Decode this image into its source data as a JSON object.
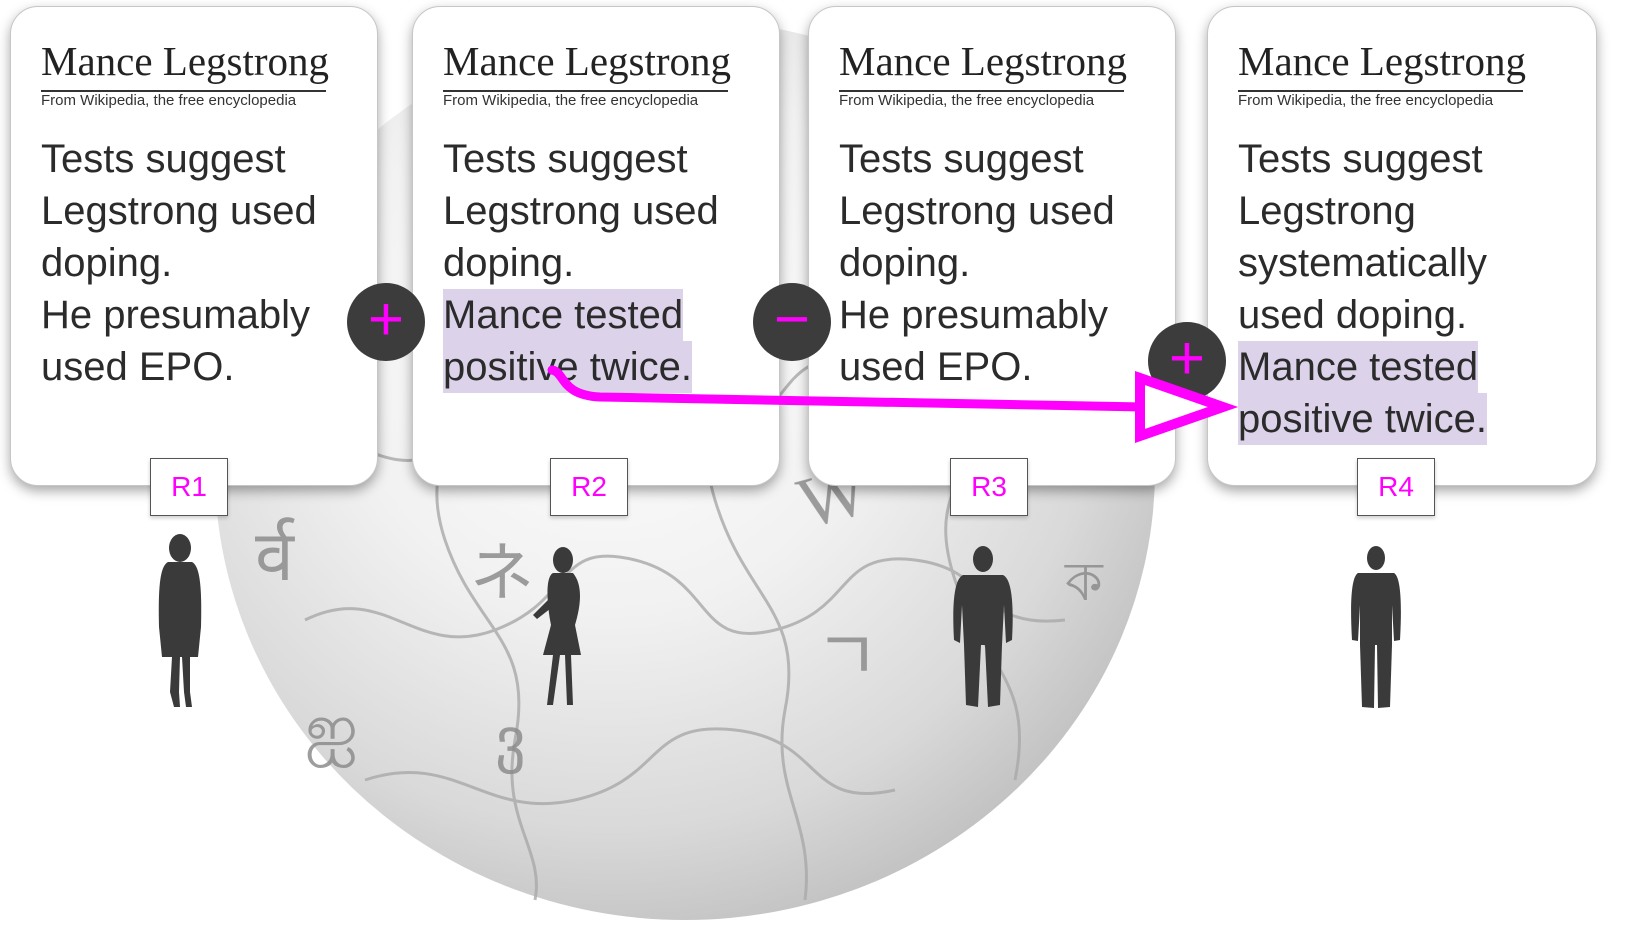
{
  "cards": [
    {
      "id": "R1",
      "title": "Mance Legstrong",
      "subtitle": "From Wikipedia, the free encyclopedia",
      "lines": [
        "Tests suggest",
        "Legstrong used",
        "doping.",
        "He presumably",
        "used EPO."
      ]
    },
    {
      "id": "R2",
      "title": "Mance Legstrong",
      "subtitle": "From Wikipedia, the free encyclopedia",
      "lines": [
        "Tests suggest",
        "Legstrong used",
        "doping."
      ],
      "highlighted": [
        "Mance tested",
        "positive twice."
      ]
    },
    {
      "id": "R3",
      "title": "Mance Legstrong",
      "subtitle": "From Wikipedia, the free encyclopedia",
      "lines": [
        "Tests suggest",
        "Legstrong used",
        "doping.",
        "He presumably",
        "used EPO."
      ]
    },
    {
      "id": "R4",
      "title": "Mance Legstrong",
      "subtitle": "From Wikipedia, the free encyclopedia",
      "lines": [
        "Tests suggest",
        "Legstrong",
        "systematically",
        "used doping."
      ],
      "highlighted": [
        "Mance tested",
        "positive twice."
      ]
    }
  ],
  "operators": [
    "+",
    "−",
    "+"
  ],
  "colors": {
    "accent": "#ff00ff",
    "highlight": "#dcd3ea",
    "operator_bg": "#3c3c3c",
    "silhouette": "#3a3a3a"
  },
  "icons": [
    "wikipedia-globe-icon",
    "person-silhouette-icon",
    "revert-arrow-icon"
  ]
}
